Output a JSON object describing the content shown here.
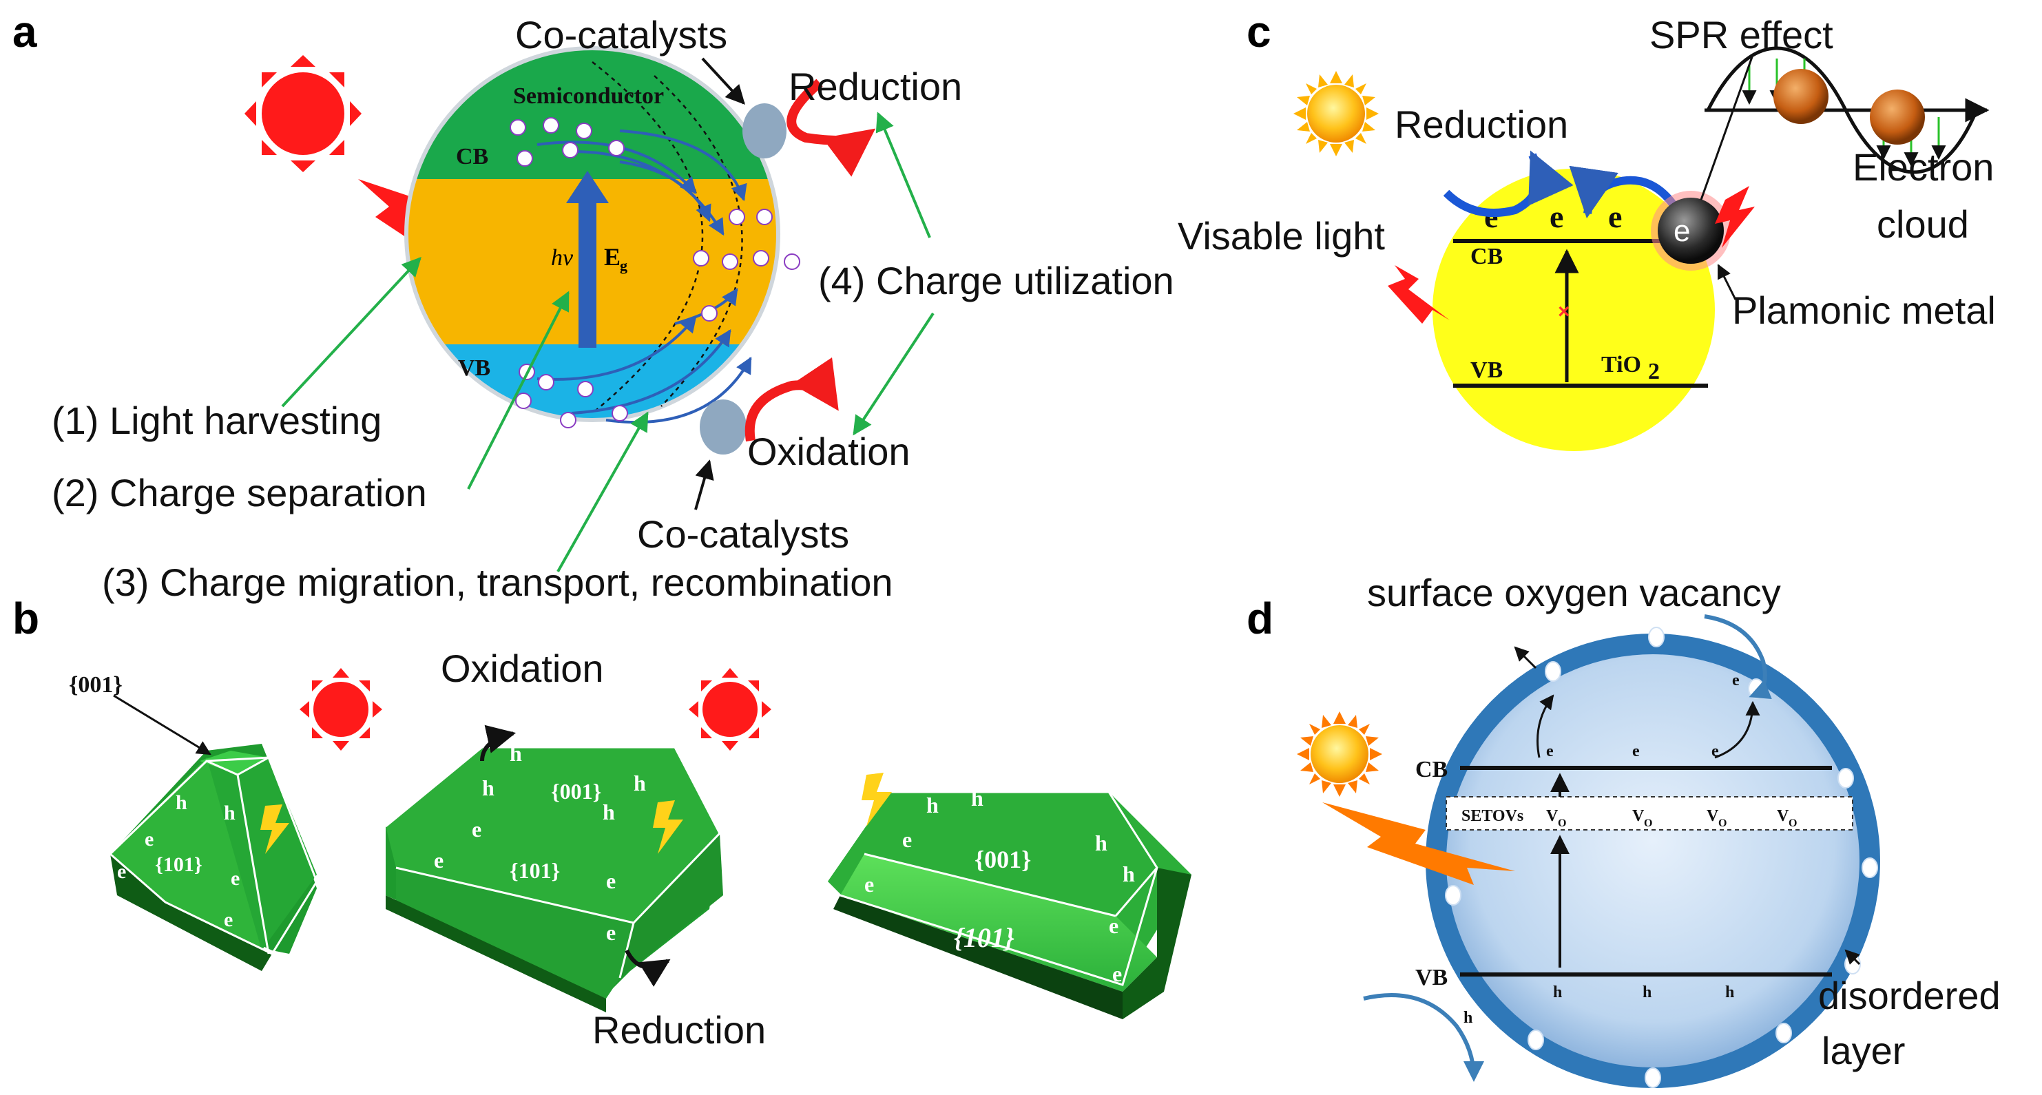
{
  "panel_labels": [
    "a",
    "b",
    "c",
    "d"
  ],
  "panel_a": {
    "semiconductor": "Semiconductor",
    "cb": "CB",
    "vb": "VB",
    "hv": "hν",
    "eg": "E",
    "eg_sub": "g",
    "cocatalysts_top": "Co-catalysts",
    "cocatalysts_bottom": "Co-catalysts",
    "reduction": "Reduction",
    "oxidation": "Oxidation",
    "step1": "(1) Light harvesting",
    "step2": "(2) Charge separation",
    "step3": "(3) Charge migration, transport, recombination",
    "step4": "(4) Charge utilization"
  },
  "panel_b": {
    "facet_001_callout": "{001}",
    "oxidation": "Oxidation",
    "reduction": "Reduction",
    "crystal1": {
      "top": "{001}",
      "front": "{101}"
    },
    "crystal2": {
      "top": "{001}",
      "front": "{101}"
    },
    "crystal3": {
      "top": "{001}",
      "front": "{101}"
    },
    "hole": "h",
    "electron": "e"
  },
  "panel_c": {
    "reduction": "Reduction",
    "spr": "SPR effect",
    "electron_cloud_1": "Electron",
    "electron_cloud_2": "cloud",
    "visible_light": "Visable light",
    "plasmonic_metal": "Plamonic metal",
    "cb": "CB",
    "vb": "VB",
    "tio2": "TiO",
    "tio2_sub": "2",
    "electron": "e",
    "cross": "×"
  },
  "panel_d": {
    "surface_vacancy": "surface oxygen vacancy",
    "cb": "CB",
    "vb": "VB",
    "setovs": "SETOVs",
    "vo": "V",
    "vo_sub": "O",
    "electron": "e",
    "hole": "h",
    "disordered_1": "disordered",
    "disordered_2": "layer"
  },
  "colors": {
    "cb_green": "#1aa84b",
    "gap_orange": "#f7b500",
    "vb_blue": "#1bb3e6",
    "arrow_blue": "#2e5fb8",
    "crystal_green": "#1e9a2e",
    "sun_red": "#ff1a1a",
    "tio2_yellow": "#ffff1a",
    "sphere_blue": "#2f78b8"
  }
}
